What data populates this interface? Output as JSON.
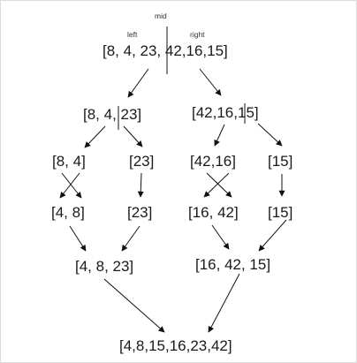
{
  "diagram": {
    "labels": {
      "mid": "mid",
      "left": "left",
      "right": "right"
    },
    "nodes": {
      "root": "[8, 4, 23, 42,16,15]",
      "l1_left": "[8, 4, 23]",
      "l1_right": "[42,16,15]",
      "l2_a": "[8, 4]",
      "l2_b": "[23]",
      "l2_c": "[42,16]",
      "l2_d": "[15]",
      "l3_a": "[4, 8]",
      "l3_b": "[23]",
      "l3_c": "[16, 42]",
      "l3_d": "[15]",
      "l4_left": "[4, 8, 23]",
      "l4_right": "[16, 42, 15]",
      "result": "[4,8,15,16,23,42]"
    }
  }
}
